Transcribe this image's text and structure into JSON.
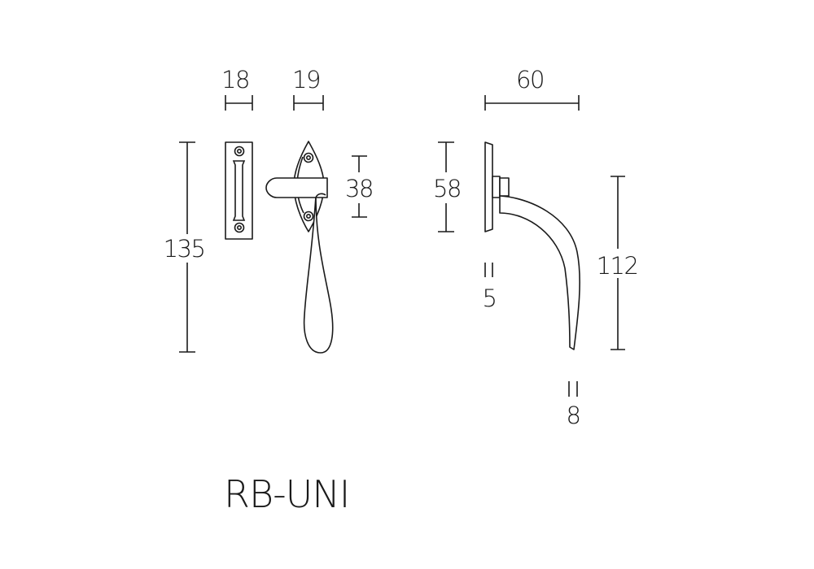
{
  "product_code": "RB-UNI",
  "dimensions": {
    "keep_width": "18",
    "handle_width": "19",
    "overall_height": "135",
    "plate_height": "38",
    "side_projection": "60",
    "side_plate_height": "58",
    "plate_thickness": "5",
    "handle_drop": "112",
    "tip_thickness": "8"
  },
  "colors": {
    "line": "#1a1a1a",
    "background": "#ffffff"
  }
}
